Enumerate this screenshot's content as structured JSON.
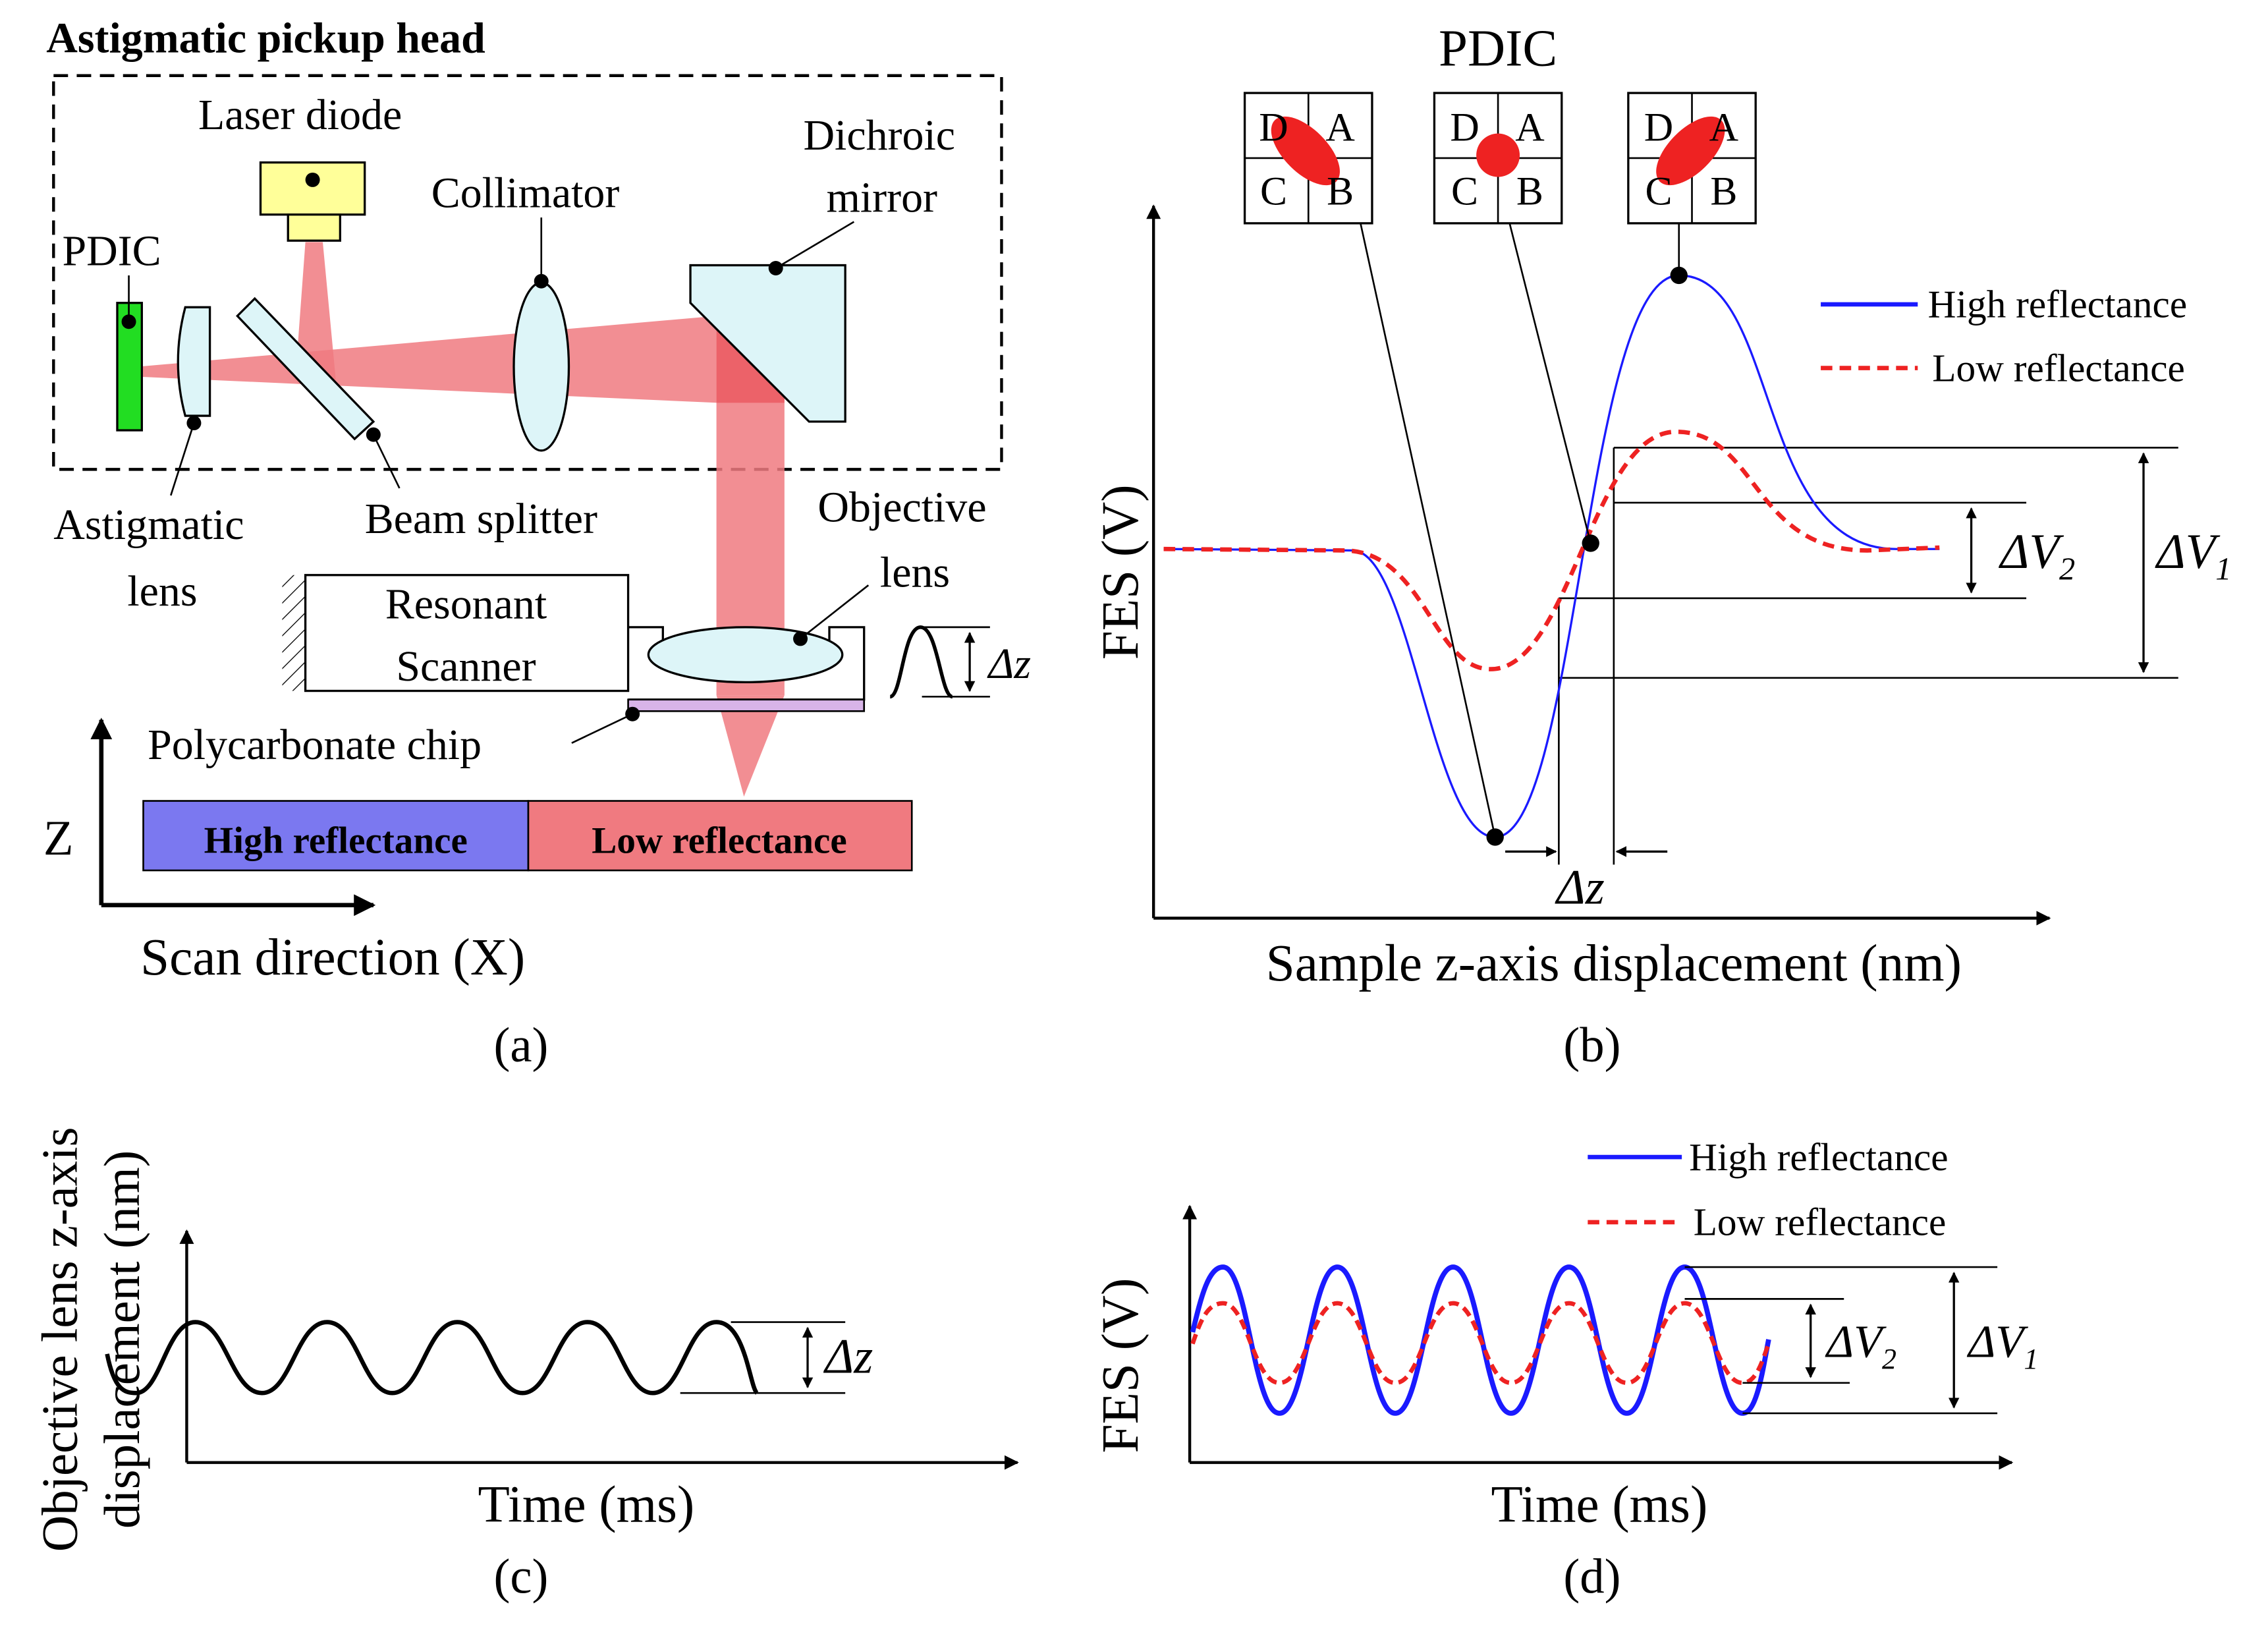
{
  "panel_a": {
    "title": "Astigmatic pickup head",
    "laser_diode": "Laser diode",
    "pdic": "PDIC",
    "collimator": "Collimator",
    "dichroic_line1": "Dichroic",
    "dichroic_line2": "mirror",
    "astig_line1": "Astigmatic",
    "astig_line2": "lens",
    "beam_splitter": "Beam splitter",
    "objective_line1": "Objective",
    "objective_line2": "lens",
    "resonant_line1": "Resonant",
    "resonant_line2": "Scanner",
    "delta_z": "Δz",
    "polycarbonate": "Polycarbonate chip",
    "high_reflectance": "High reflectance",
    "low_reflectance": "Low reflectance",
    "z_axis": "Z",
    "scan_direction": "Scan direction (X)",
    "caption": "(a)"
  },
  "panel_b": {
    "pdic_title": "PDIC",
    "quadrants": [
      "D",
      "A",
      "C",
      "B"
    ],
    "y_label": "FES (V)",
    "x_label": "Sample z-axis displacement (nm)",
    "legend_high": "High reflectance",
    "legend_low": "Low reflectance",
    "dv1": "ΔV",
    "dv1_sub": "1",
    "dv2": "ΔV",
    "dv2_sub": "2",
    "dz": "Δz",
    "caption": "(b)"
  },
  "panel_c": {
    "y_label_line1": "Objective lens z-axis",
    "y_label_line2": "displacement (nm)",
    "x_label": "Time (ms)",
    "dz": "Δz",
    "caption": "(c)"
  },
  "panel_d": {
    "y_label": "FES (V)",
    "x_label": "Time (ms)",
    "legend_high": "High reflectance",
    "legend_low": "Low reflectance",
    "dv1": "ΔV",
    "dv1_sub": "1",
    "dv2": "ΔV",
    "dv2_sub": "2",
    "caption": "(d)"
  },
  "colors": {
    "laser_beam": "#f07a80",
    "beam_core": "#e8454d",
    "glass": "#ddf5f8",
    "pdic_sensor": "#22dd22",
    "laser_body": "#ffff99",
    "high_block": "#7b78f0",
    "low_block": "#f07a80",
    "chip": "#d8b4e8",
    "spot": "#ee2222",
    "high_curve": "#1a1aff",
    "low_curve": "#ee2222"
  }
}
